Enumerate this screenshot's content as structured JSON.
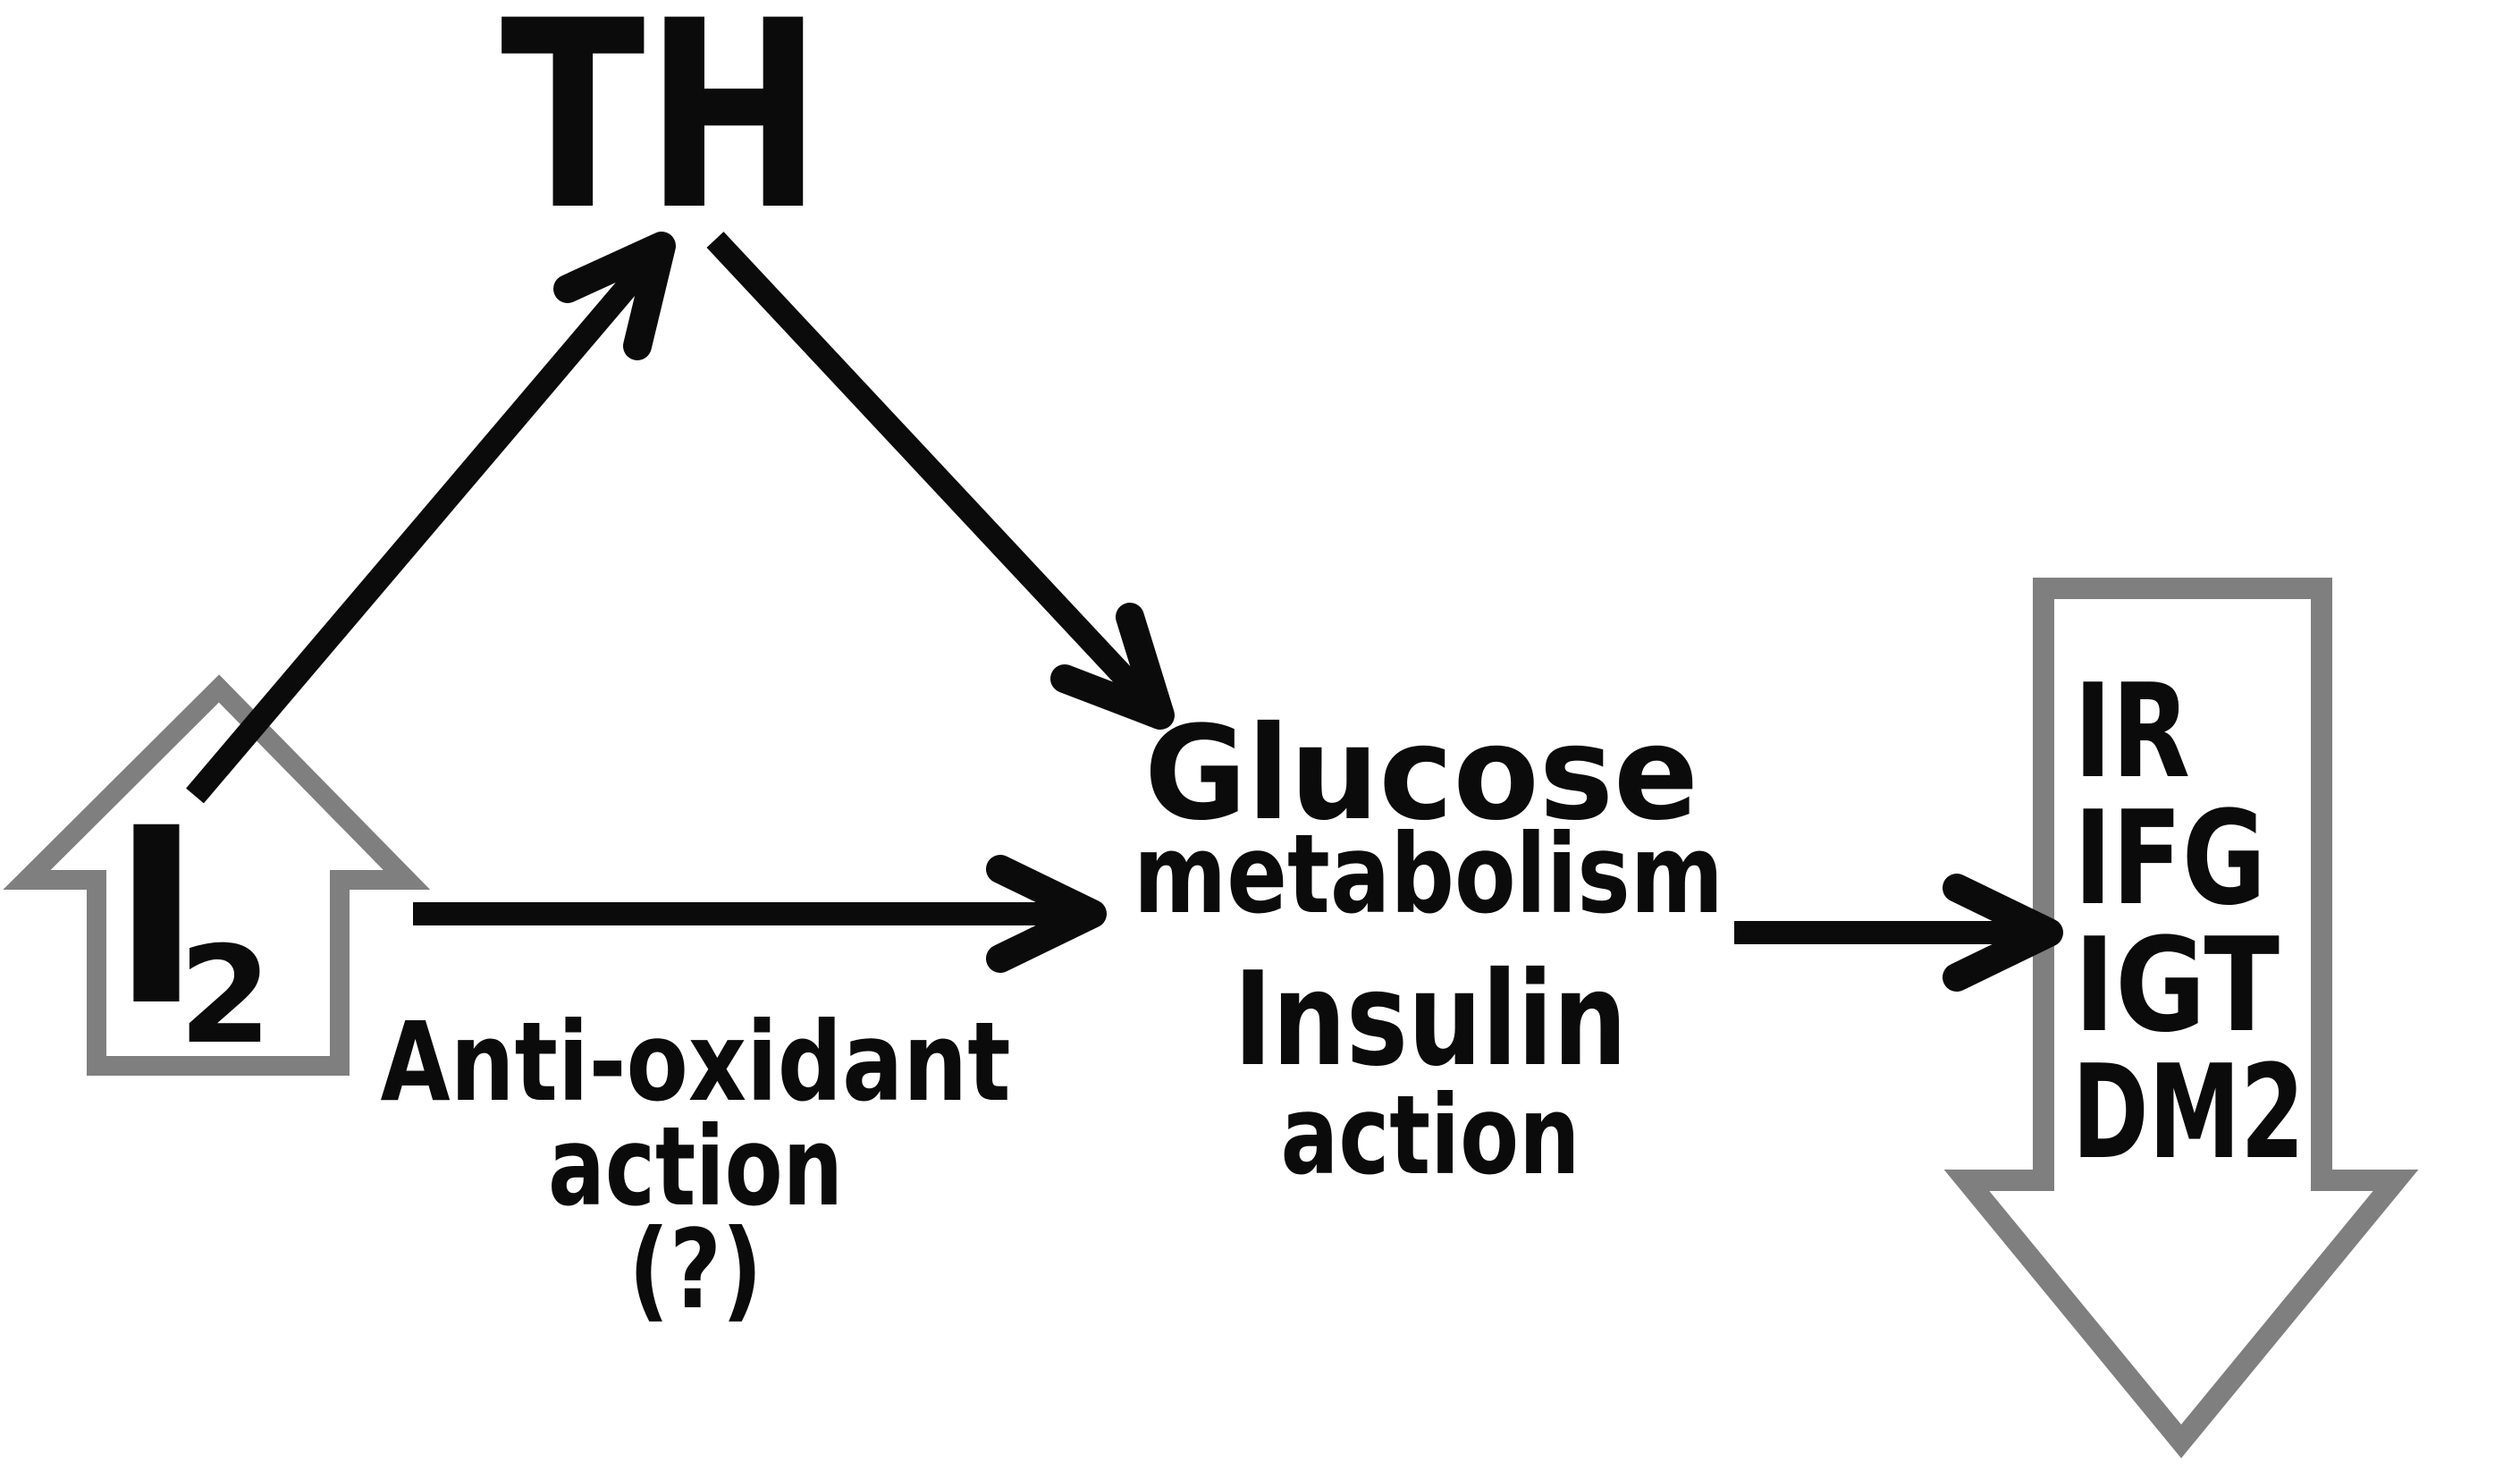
{
  "diagram": {
    "description": "Flow diagram linking iodine intake and thyroid hormone to glucose metabolism and diabetes-related outcomes",
    "colors": {
      "background": "#ffffff",
      "black": "#0b0b0b",
      "gray": "#7f7f7f"
    },
    "nodes": {
      "th": {
        "label": "TH"
      },
      "iodine": {
        "symbol": "I",
        "subscript": "2"
      },
      "antioxidant": {
        "line1": "Anti-oxidant",
        "line2": "action",
        "line3": "(?)"
      },
      "glucose": {
        "line1": "Glucose",
        "line2": "metabolism",
        "line3": "Insulin",
        "line4": "action"
      },
      "outcomes": {
        "items": [
          "IR",
          "IFG",
          "IGT",
          "DM2"
        ]
      }
    },
    "edges": [
      {
        "from": "iodine",
        "to": "th"
      },
      {
        "from": "th",
        "to": "glucose"
      },
      {
        "from": "iodine",
        "to": "glucose",
        "label_nearby": "Anti-oxidant action (?)"
      },
      {
        "from": "glucose",
        "to": "outcomes"
      }
    ]
  }
}
